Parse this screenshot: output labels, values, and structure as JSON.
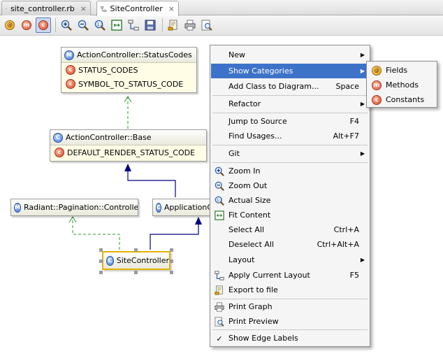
{
  "tabs": [
    {
      "label": "site_controller.rb",
      "close": "×"
    },
    {
      "label": "SiteController",
      "close": "×"
    }
  ],
  "nodes": {
    "status_codes": {
      "title": "ActionController::StatusCodes",
      "rows": [
        "STATUS_CODES",
        "SYMBOL_TO_STATUS_CODE"
      ]
    },
    "base": {
      "title": "ActionController::Base",
      "rows": [
        "DEFAULT_RENDER_STATUS_CODE"
      ]
    },
    "pagination": {
      "title": "Radiant::Pagination::Controller"
    },
    "application": {
      "title": "ApplicationController"
    },
    "site": {
      "title": "SiteController"
    }
  },
  "menu": {
    "new": "New",
    "show_categories": "Show Categories",
    "add_class": "Add Class to Diagram...",
    "add_class_sc": "Space",
    "refactor": "Refactor",
    "jump": "Jump to Source",
    "jump_sc": "F4",
    "find_usages": "Find Usages...",
    "find_usages_sc": "Alt+F7",
    "git": "Git",
    "zoom_in": "Zoom In",
    "zoom_out": "Zoom Out",
    "actual_size": "Actual Size",
    "fit_content": "Fit Content",
    "select_all": "Select All",
    "select_all_sc": "Ctrl+A",
    "deselect_all": "Deselect All",
    "deselect_all_sc": "Ctrl+Alt+A",
    "layout": "Layout",
    "apply_layout": "Apply Current Layout",
    "apply_layout_sc": "F5",
    "export": "Export to file",
    "print_graph": "Print Graph",
    "print_preview": "Print Preview",
    "show_edge_labels": "Show Edge Labels",
    "check": "✓"
  },
  "submenu": {
    "fields": "Fields",
    "methods": "Methods",
    "constants": "Constants"
  },
  "icons": {
    "field": "@",
    "method": "m",
    "constant": "c",
    "module": "M",
    "class": "C"
  },
  "colors": {
    "highlight": "#3d72c9",
    "inherit_edge": "#00007f",
    "include_edge": "#2a9a2a"
  }
}
